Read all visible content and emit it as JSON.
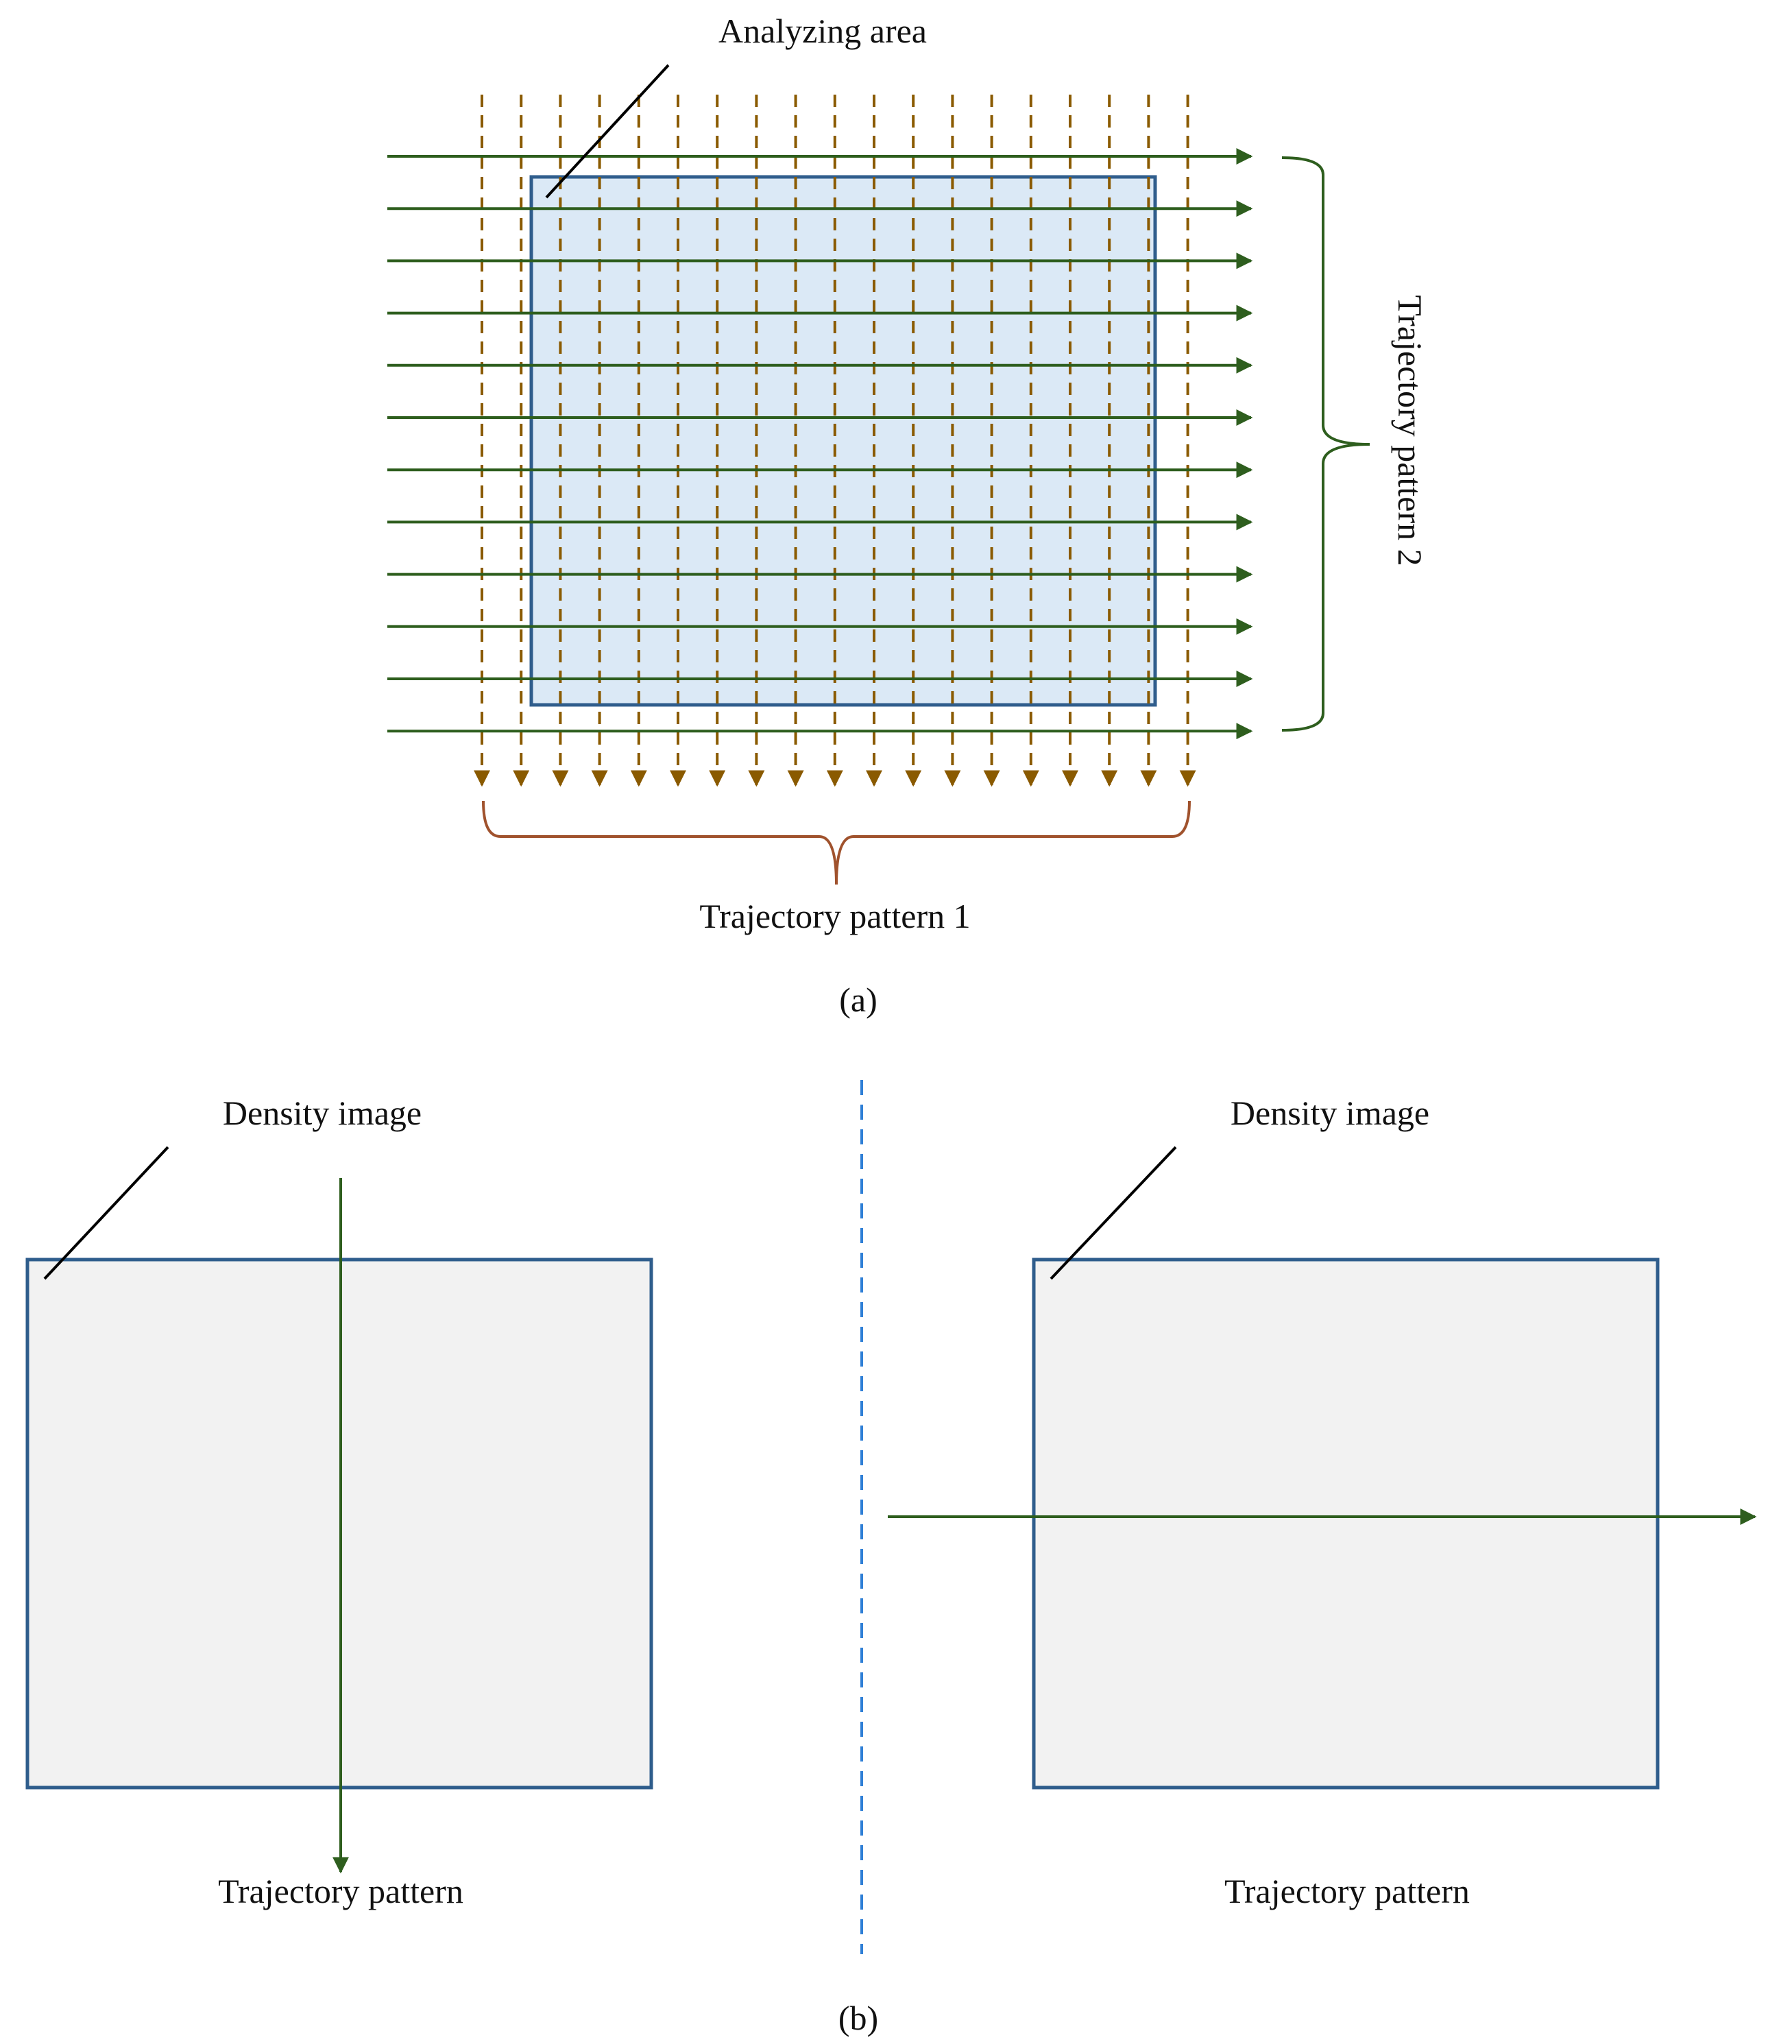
{
  "panel_a": {
    "analyzing_area_label": "Analyzing area",
    "pattern1_label": "Trajectory pattern 1",
    "pattern2_label": "Trajectory pattern 2",
    "caption": "(a)"
  },
  "panel_b": {
    "left": {
      "density_label": "Density image",
      "trajectory_label": "Trajectory pattern"
    },
    "right": {
      "density_label": "Density image",
      "trajectory_label": "Trajectory pattern"
    },
    "caption": "(b)"
  },
  "colors": {
    "green": "#2e5e1e",
    "brown": "#8a5a00",
    "bracket_orange": "#a0522d",
    "blue_border": "#2f5d8c",
    "area_fill": "#dbe9f6",
    "density_fill": "#f2f2f2",
    "divider": "#2f7fd6"
  }
}
